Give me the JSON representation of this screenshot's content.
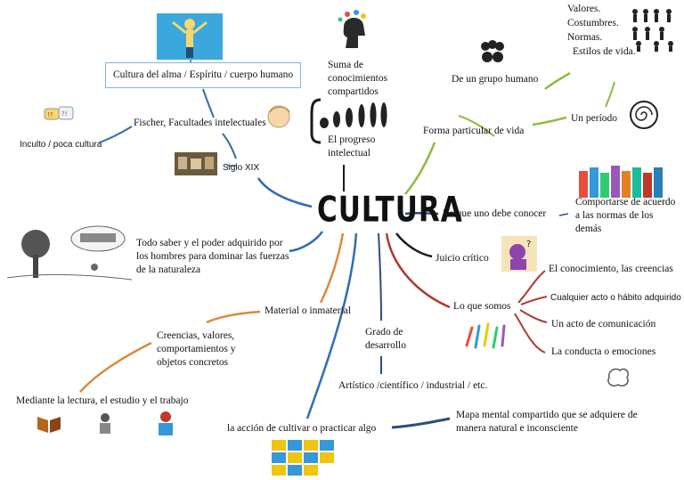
{
  "center": {
    "title": "CULTURA"
  },
  "nodes": {
    "alma": "Cultura del alma / Espíritu / cuerpo humano",
    "suma": "Suma de conocimientos compartidos",
    "progreso": "El progreso intelectual",
    "grupo": "De un grupo humano",
    "valores": [
      "Valores.",
      "Costumbres.",
      "Normas.",
      "Estilos de vida."
    ],
    "forma": "Forma particular de vida",
    "periodo": "Un período",
    "fischer": "Fischer, Facultades intelectuales",
    "inculto": "Inculto / poca cultura",
    "siglo": "Siglo XIX",
    "debe": "Lo que uno debe conocer",
    "comportarse": "Comportarse de acuerdo a las normas de los demás",
    "saber": "Todo saber y el poder adquirido por los hombres para dominar las fuerzas de la naturaleza",
    "juicio": "Juicio crítico",
    "conocimiento": "El conocimiento, las creencias",
    "habito": "Cualquier acto o hábito adquirido",
    "somos": "Lo que somos",
    "comunicacion": "Un acto de comunicación",
    "conducta": "La conducta o emociones",
    "material": "Material o inmaterial",
    "creencias": "Creencias,  valores, comportamientos  y objetos concretos",
    "grado": "Grado de desarrollo",
    "artistico": "Artístico /científico / industrial / etc.",
    "mediante": "Mediante la lectura, el estudio y el trabajo",
    "accion": "la acción de cultivar o practicar algo",
    "mapa": "Mapa mental compartido que se adquiere de manera natural e inconsciente"
  },
  "colors": {
    "blue": "#2f6db2",
    "green": "#8fbc3b",
    "orange": "#d9893a",
    "red": "#b03a2e",
    "dark": "#1a1a1a",
    "navy": "#2a4f7a"
  }
}
